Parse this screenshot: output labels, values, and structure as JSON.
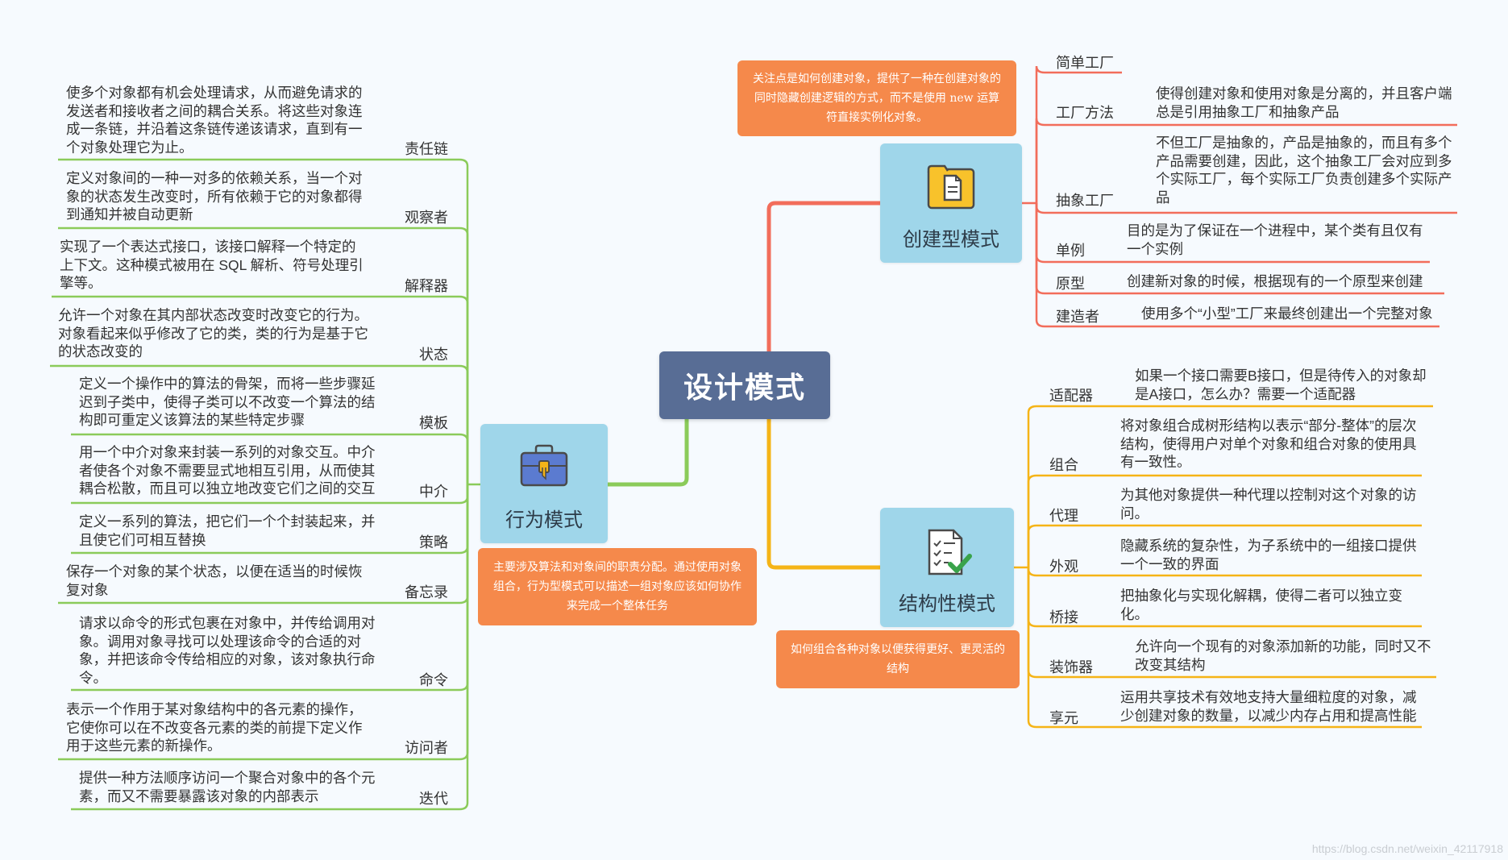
{
  "root": {
    "label": "设计模式"
  },
  "categories": {
    "creational": {
      "label": "创建型模式",
      "note": "关注点是如何创建对象，提供了一种在创建对象的同时隐藏创建逻辑的方式，而不是使用 new 运算符直接实例化对象。",
      "color": "#f26d5b",
      "items": [
        {
          "name": "简单工厂",
          "desc": ""
        },
        {
          "name": "工厂方法",
          "desc": "使得创建对象和使用对象是分离的，并且客户端总是引用抽象工厂和抽象产品"
        },
        {
          "name": "抽象工厂",
          "desc": "不但工厂是抽象的，产品是抽象的，而且有多个产品需要创建，因此，这个抽象工厂会对应到多个实际工厂，每个实际工厂负责创建多个实际产品"
        },
        {
          "name": "单例",
          "desc": "目的是为了保证在一个进程中，某个类有且仅有一个实例"
        },
        {
          "name": "原型",
          "desc": "创建新对象的时候，根据现有的一个原型来创建"
        },
        {
          "name": "建造者",
          "desc": "使用多个“小型”工厂来最终创建出一个完整对象"
        }
      ]
    },
    "structural": {
      "label": "结构性模式",
      "note": "如何组合各种对象以便获得更好、更灵活的结构",
      "color": "#f5b417",
      "items": [
        {
          "name": "适配器",
          "desc": "如果一个接口需要B接口，但是待传入的对象却是A接口，怎么办？需要一个适配器"
        },
        {
          "name": "组合",
          "desc": "将对象组合成树形结构以表示“部分-整体”的层次结构，使得用户对单个对象和组合对象的使用具有一致性。"
        },
        {
          "name": "代理",
          "desc": "为其他对象提供一种代理以控制对这个对象的访问。"
        },
        {
          "name": "外观",
          "desc": "隐藏系统的复杂性，为子系统中的一组接口提供一个一致的界面"
        },
        {
          "name": "桥接",
          "desc": "把抽象化与实现化解耦，使得二者可以独立变化。"
        },
        {
          "name": "装饰器",
          "desc": "允许向一个现有的对象添加新的功能，同时又不改变其结构"
        },
        {
          "name": "享元",
          "desc": "运用共享技术有效地支持大量细粒度的对象，减少创建对象的数量，以减少内存占用和提高性能"
        }
      ]
    },
    "behavioral": {
      "label": "行为模式",
      "note": "主要涉及算法和对象间的职责分配。通过使用对象组合，行为型模式可以描述一组对象应该如何协作来完成一个整体任务",
      "color": "#8bcb5a",
      "items": [
        {
          "name": "责任链",
          "desc": "使多个对象都有机会处理请求，从而避免请求的发送者和接收者之间的耦合关系。将这些对象连成一条链，并沿着这条链传递该请求，直到有一个对象处理它为止。"
        },
        {
          "name": "观察者",
          "desc": "定义对象间的一种一对多的依赖关系，当一个对象的状态发生改变时，所有依赖于它的对象都得到通知并被自动更新"
        },
        {
          "name": "解释器",
          "desc": "实现了一个表达式接口，该接口解释一个特定的上下文。这种模式被用在 SQL 解析、符号处理引擎等。"
        },
        {
          "name": "状态",
          "desc": "允许一个对象在其内部状态改变时改变它的行为。对象看起来似乎修改了它的类，类的行为是基于它的状态改变的"
        },
        {
          "name": "模板",
          "desc": "定义一个操作中的算法的骨架，而将一些步骤延迟到子类中，使得子类可以不改变一个算法的结构即可重定义该算法的某些特定步骤"
        },
        {
          "name": "中介",
          "desc": "用一个中介对象来封装一系列的对象交互。中介者使各个对象不需要显式地相互引用，从而使其耦合松散，而且可以独立地改变它们之间的交互"
        },
        {
          "name": "策略",
          "desc": "定义一系列的算法，把它们一个个封装起来，并且使它们可相互替换"
        },
        {
          "name": "备忘录",
          "desc": "保存一个对象的某个状态，以便在适当的时候恢复对象"
        },
        {
          "name": "命令",
          "desc": "请求以命令的形式包裹在对象中，并传给调用对象。调用对象寻找可以处理该命令的合适的对象，并把该命令传给相应的对象，该对象执行命令。"
        },
        {
          "name": "访问者",
          "desc": "表示一个作用于某对象结构中的各元素的操作，它使你可以在不改变各元素的类的前提下定义作用于这些元素的新操作。"
        },
        {
          "name": "迭代",
          "desc": "提供一种方法顺序访问一个聚合对象中的各个元素，而又不需要暴露该对象的内部表示"
        }
      ]
    }
  },
  "root_color": "#586d95",
  "watermark": "https://blog.csdn.net/weixin_42117918",
  "icons": {
    "creational": "folder-document-icon",
    "structural": "checklist-icon",
    "behavioral": "briefcase-icon"
  }
}
